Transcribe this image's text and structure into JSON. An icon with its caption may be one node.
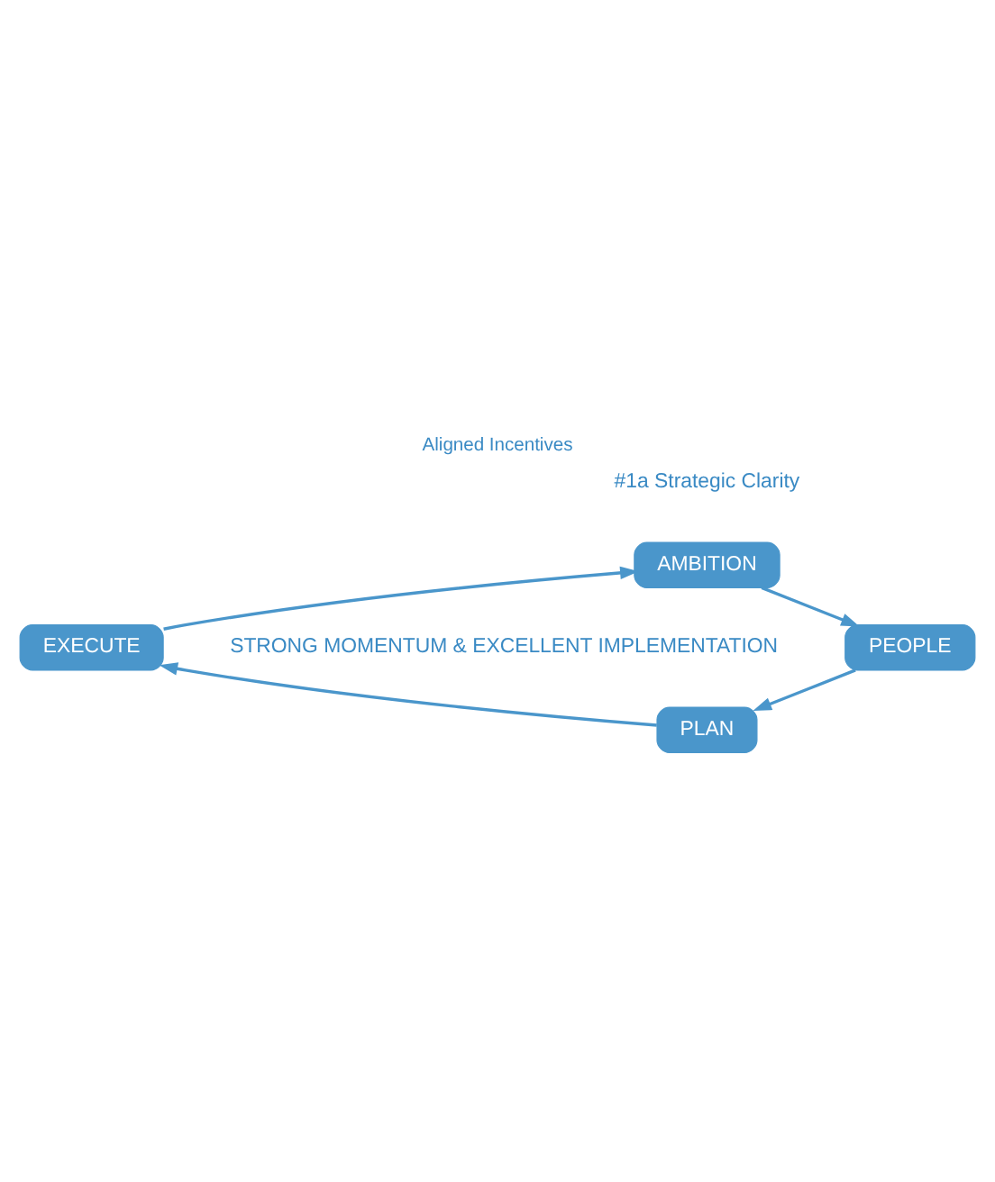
{
  "diagram": {
    "title": "Aligned Incentives",
    "nodes": [
      {
        "text": [
          "AMBITION"
        ]
      },
      {
        "text": [
          "PEOPLE"
        ]
      },
      {
        "text": [
          "PLAN"
        ]
      },
      {
        "text": [
          "EXECUTE"
        ]
      }
    ],
    "edges": [
      {
        "from": 0,
        "to": 1,
        "arrow": "to"
      },
      {
        "from": 1,
        "to": 2,
        "arrow": "to"
      },
      {
        "from": 2,
        "to": 3,
        "arrow": "to"
      },
      {
        "from": 3,
        "to": 0,
        "arrow": "to"
      }
    ],
    "labels": [
      "#1a Strategic Clarity",
      "STRONG MOMENTUM & EXCELLENT IMPLEMENTATION"
    ]
  }
}
